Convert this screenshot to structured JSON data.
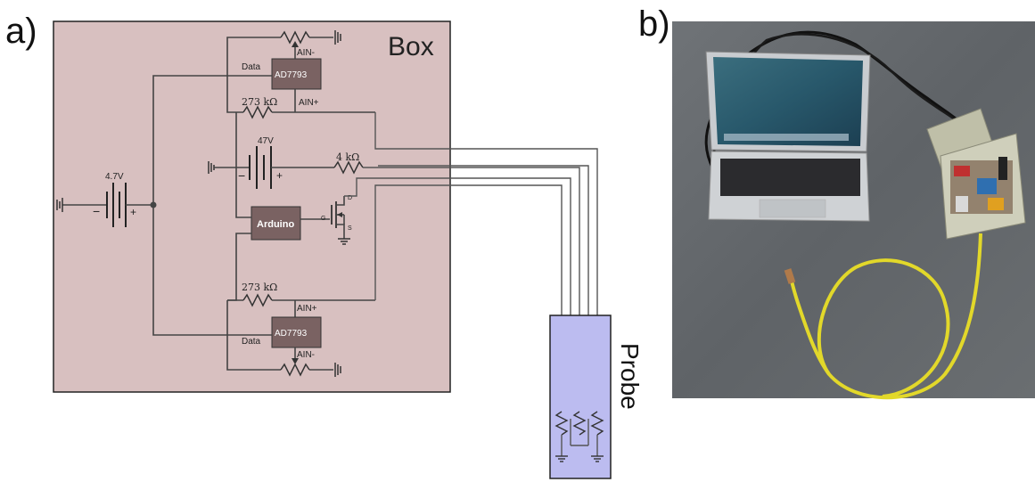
{
  "panel_a": {
    "letter": "a)",
    "box_title": "Box",
    "probe_title": "Probe",
    "battery_main": "4.7V",
    "battery_47": "47V",
    "adc_top": "AD7793",
    "adc_bottom": "AD7793",
    "arduino": "Arduino",
    "data_top": "Data",
    "data_bottom": "Data",
    "ain_minus_top": "AIN-",
    "ain_plus_top": "AIN+",
    "ain_plus_bottom": "AIN+",
    "ain_minus_bottom": "AIN-",
    "res_top": "273 kΩ",
    "res_bottom": "273 kΩ",
    "res_4k": "4 kΩ",
    "mosfet_g": "G",
    "mosfet_d": "D",
    "mosfet_s": "S"
  },
  "panel_b": {
    "letter": "b)"
  },
  "colors": {
    "box_fill": "#d8c0c0",
    "probe_fill": "#bcbcf0",
    "chip_fill": "#7a6262",
    "wire": "#444444"
  }
}
